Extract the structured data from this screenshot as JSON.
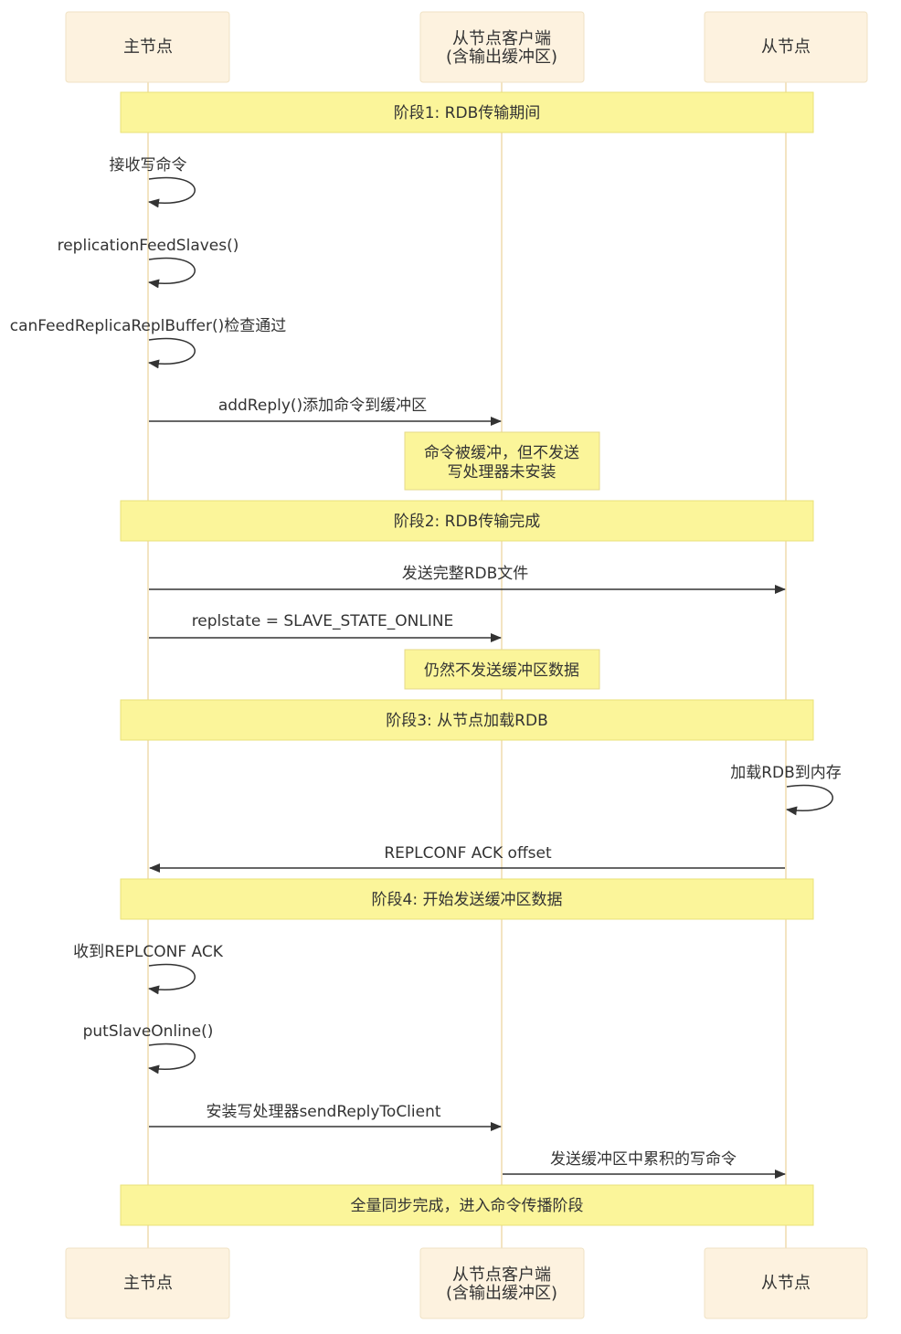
{
  "actors": [
    {
      "id": "master",
      "lines": [
        "主节点"
      ]
    },
    {
      "id": "client",
      "lines": [
        "从节点客户端",
        "(含输出缓冲区)"
      ]
    },
    {
      "id": "slave",
      "lines": [
        "从节点"
      ]
    }
  ],
  "phases": [
    {
      "id": "phase1",
      "text": "阶段1: RDB传输期间"
    },
    {
      "id": "phase2",
      "text": "阶段2: RDB传输完成"
    },
    {
      "id": "phase3",
      "text": "阶段3: 从节点加载RDB"
    },
    {
      "id": "phase4",
      "text": "阶段4: 开始发送缓冲区数据"
    },
    {
      "id": "final",
      "text": "全量同步完成，进入命令传播阶段"
    }
  ],
  "messages": [
    {
      "id": "m1",
      "from": "master",
      "to": "master",
      "text": "接收写命令"
    },
    {
      "id": "m2",
      "from": "master",
      "to": "master",
      "text": "replicationFeedSlaves()"
    },
    {
      "id": "m3",
      "from": "master",
      "to": "master",
      "text": "canFeedReplicaReplBuffer()检查通过"
    },
    {
      "id": "m4",
      "from": "master",
      "to": "client",
      "text": "addReply()添加命令到缓冲区"
    },
    {
      "id": "m5",
      "from": "master",
      "to": "slave",
      "text": "发送完整RDB文件"
    },
    {
      "id": "m6",
      "from": "master",
      "to": "client",
      "text": "replstate = SLAVE_STATE_ONLINE"
    },
    {
      "id": "m7",
      "from": "slave",
      "to": "slave",
      "text": "加载RDB到内存"
    },
    {
      "id": "m8",
      "from": "slave",
      "to": "master",
      "text": "REPLCONF ACK offset"
    },
    {
      "id": "m9",
      "from": "master",
      "to": "master",
      "text": "收到REPLCONF ACK"
    },
    {
      "id": "m10",
      "from": "master",
      "to": "master",
      "text": "putSlaveOnline()"
    },
    {
      "id": "m11",
      "from": "master",
      "to": "client",
      "text": "安装写处理器sendReplyToClient"
    },
    {
      "id": "m12",
      "from": "client",
      "to": "slave",
      "text": "发送缓冲区中累积的写命令"
    }
  ],
  "notes": [
    {
      "id": "n1",
      "over": "client",
      "lines": [
        "命令被缓冲，但不发送",
        "写处理器未安装"
      ]
    },
    {
      "id": "n2",
      "over": "client",
      "lines": [
        "仍然不发送缓冲区数据"
      ]
    }
  ]
}
